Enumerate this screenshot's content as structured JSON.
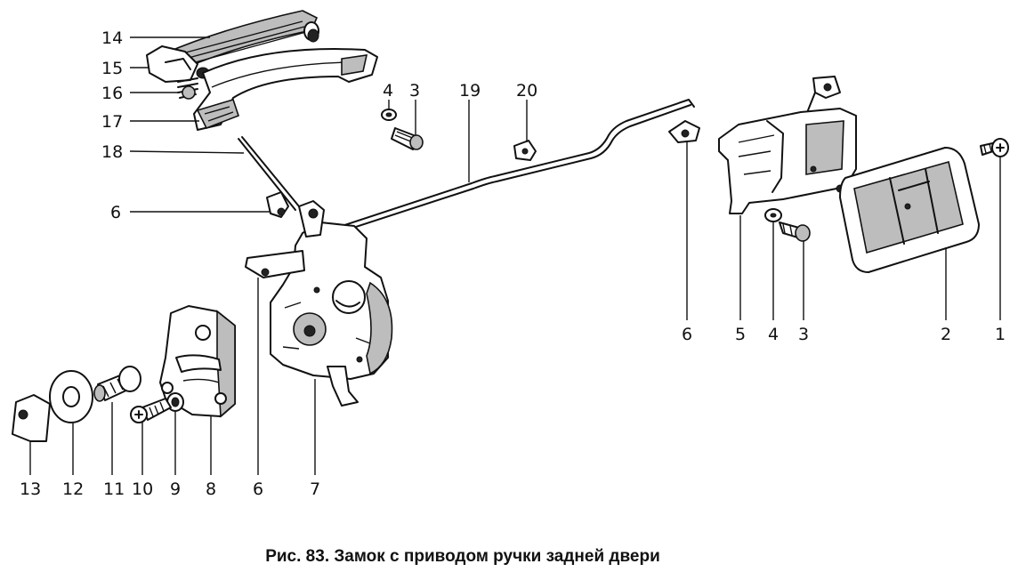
{
  "caption": "Рис. 83. Замок с приводом ручки задней двери",
  "labels": {
    "l14": "14",
    "l15": "15",
    "l16": "16",
    "l17": "17",
    "l18": "18",
    "l6a": "6",
    "l4a": "4",
    "l3a": "3",
    "l19": "19",
    "l20": "20",
    "l13": "13",
    "l12": "12",
    "l11": "11",
    "l10": "10",
    "l9": "9",
    "l8": "8",
    "l6b": "6",
    "l7": "7",
    "l6c": "6",
    "l5": "5",
    "l4b": "4",
    "l3b": "3",
    "l2": "2",
    "l1": "1"
  }
}
